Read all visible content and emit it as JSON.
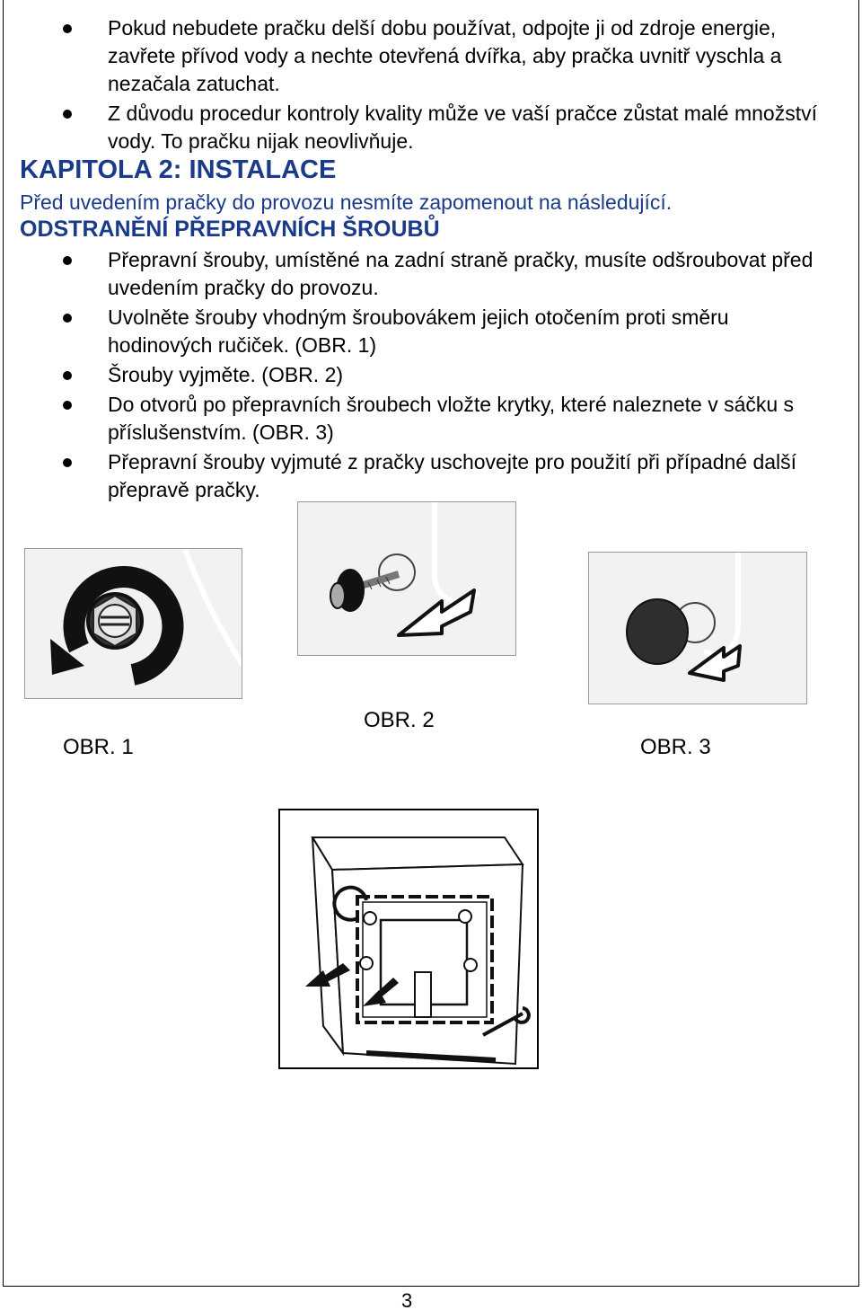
{
  "intro_bullets": [
    "Pokud nebudete pračku delší dobu používat, odpojte ji od zdroje energie, zavřete přívod vody a nechte otevřená dvířka, aby pračka uvnitř vyschla a nezačala zatuchat.",
    "Z důvodu procedur kontroly kvality může ve vaší pračce zůstat malé množství vody. To pračku nijak neovlivňuje."
  ],
  "chapter": {
    "heading": "KAPITOLA 2: INSTALACE",
    "intro": "Před uvedením pračky do provozu nesmíte zapomenout na následující."
  },
  "screws": {
    "heading": "ODSTRANĚNÍ PŘEPRAVNÍCH ŠROUBŮ",
    "bullets": [
      "Přepravní šrouby, umístěné na zadní straně pračky, musíte odšroubovat před uvedením pračky do provozu.",
      "Uvolněte šrouby vhodným šroubovákem jejich otočením proti směru hodinových ručiček. (OBR. 1)",
      "Šrouby vyjměte. (OBR. 2)",
      "Do otvorů po přepravních šroubech vložte krytky, které naleznete v sáčku s příslušenstvím. (OBR. 3)",
      "Přepravní šrouby vyjmuté z pračky uschovejte pro použití při případné další přepravě pračky."
    ]
  },
  "figures": {
    "fig1_label": "OBR. 1",
    "fig2_label": "OBR. 2",
    "fig3_label": "OBR. 3"
  },
  "page_number": "3",
  "colors": {
    "heading": "#1a3a8a"
  }
}
